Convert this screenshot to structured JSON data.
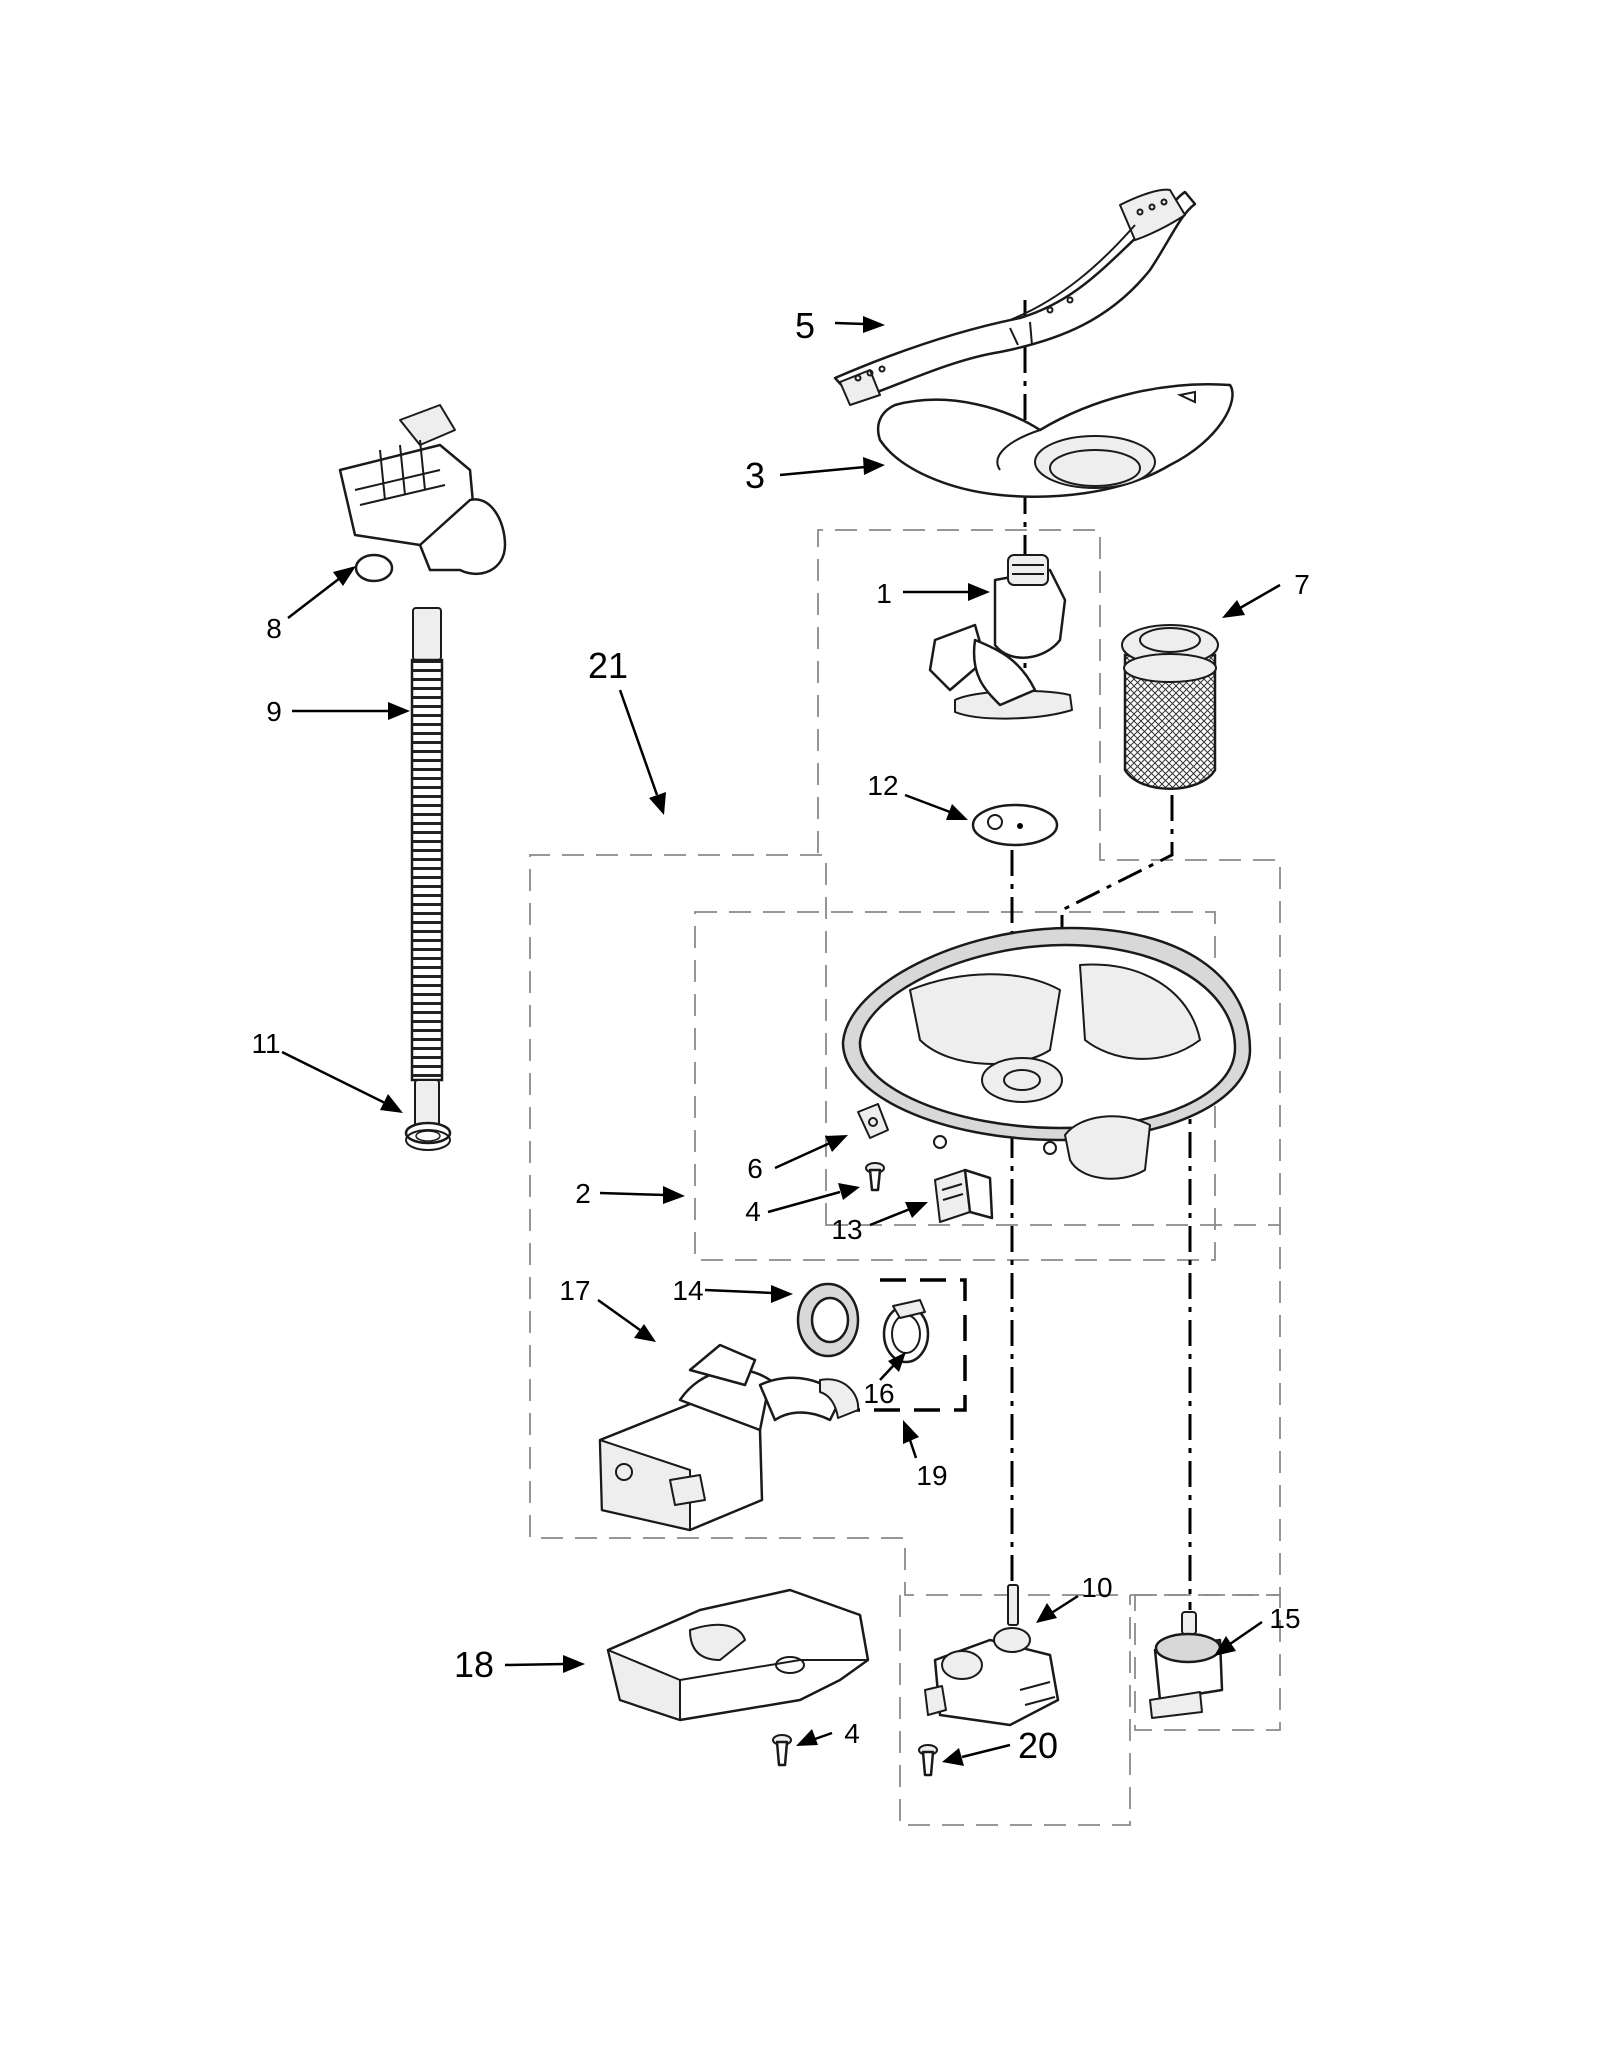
{
  "callouts": [
    {
      "id": "1",
      "text": "1"
    },
    {
      "id": "2",
      "text": "2"
    },
    {
      "id": "3",
      "text": "3"
    },
    {
      "id": "4a",
      "text": "4"
    },
    {
      "id": "4b",
      "text": "4"
    },
    {
      "id": "5",
      "text": "5"
    },
    {
      "id": "6",
      "text": "6"
    },
    {
      "id": "7",
      "text": "7"
    },
    {
      "id": "8",
      "text": "8"
    },
    {
      "id": "9",
      "text": "9"
    },
    {
      "id": "10",
      "text": "10"
    },
    {
      "id": "11",
      "text": "11"
    },
    {
      "id": "12",
      "text": "12"
    },
    {
      "id": "13",
      "text": "13"
    },
    {
      "id": "14",
      "text": "14"
    },
    {
      "id": "15",
      "text": "15"
    },
    {
      "id": "16",
      "text": "16"
    },
    {
      "id": "17",
      "text": "17"
    },
    {
      "id": "18",
      "text": "18"
    },
    {
      "id": "19",
      "text": "19"
    },
    {
      "id": "20",
      "text": "20"
    },
    {
      "id": "21",
      "text": "21"
    }
  ]
}
